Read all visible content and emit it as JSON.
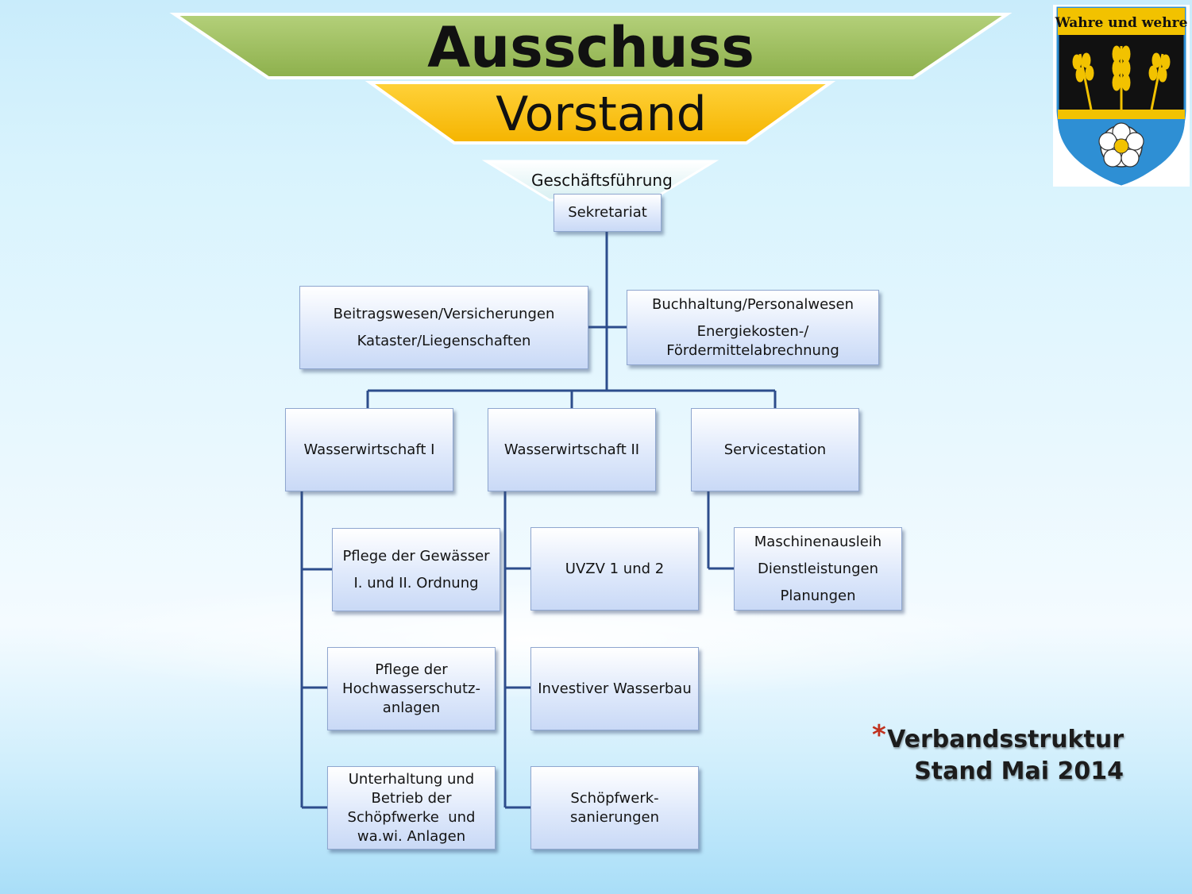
{
  "header": {
    "ausschuss": "Ausschuss",
    "vorstand": "Vorstand",
    "geschaeftsfuehrung": "Geschäftsführung"
  },
  "colors": {
    "ausschuss_band": "#9bbb59",
    "vorstand_band": "#ffc000",
    "connector": "#2d4d8c",
    "crest_black": "#111111",
    "crest_gold": "#f2c200",
    "crest_blue": "#2e8fd4",
    "bullet": "#c0321f"
  },
  "crest": {
    "motto": "Wahre und wehre"
  },
  "org": {
    "sekretariat": "Sekretariat",
    "left_staff": [
      "Beitragswesen/Versicherungen",
      "Kataster/Liegenschaften"
    ],
    "right_staff": [
      "Buchhaltung/Personalwesen",
      "Energiekosten-/",
      "Fördermittelabrechnung"
    ],
    "departments": {
      "ww1": "Wasserwirtschaft I",
      "ww2": "Wasserwirtschaft II",
      "service": "Servicestation"
    },
    "ww1_units": [
      [
        "Pflege der Gewässer",
        "I. und II. Ordnung"
      ],
      [
        "Pflege der",
        "Hochwasserschutz-",
        "anlagen"
      ],
      [
        "Unterhaltung und",
        "Betrieb der",
        "Schöpfwerke  und",
        "wa.wi. Anlagen"
      ]
    ],
    "ww2_units": [
      [
        "UVZV 1 und 2"
      ],
      [
        "Investiver Wasserbau"
      ],
      [
        "Schöpfwerk-",
        "sanierungen"
      ]
    ],
    "service_units": [
      "Maschinenausleih",
      "Dienstleistungen",
      "Planungen"
    ]
  },
  "caption": {
    "line1": "Verbandsstruktur",
    "line2": "Stand Mai 2014"
  }
}
